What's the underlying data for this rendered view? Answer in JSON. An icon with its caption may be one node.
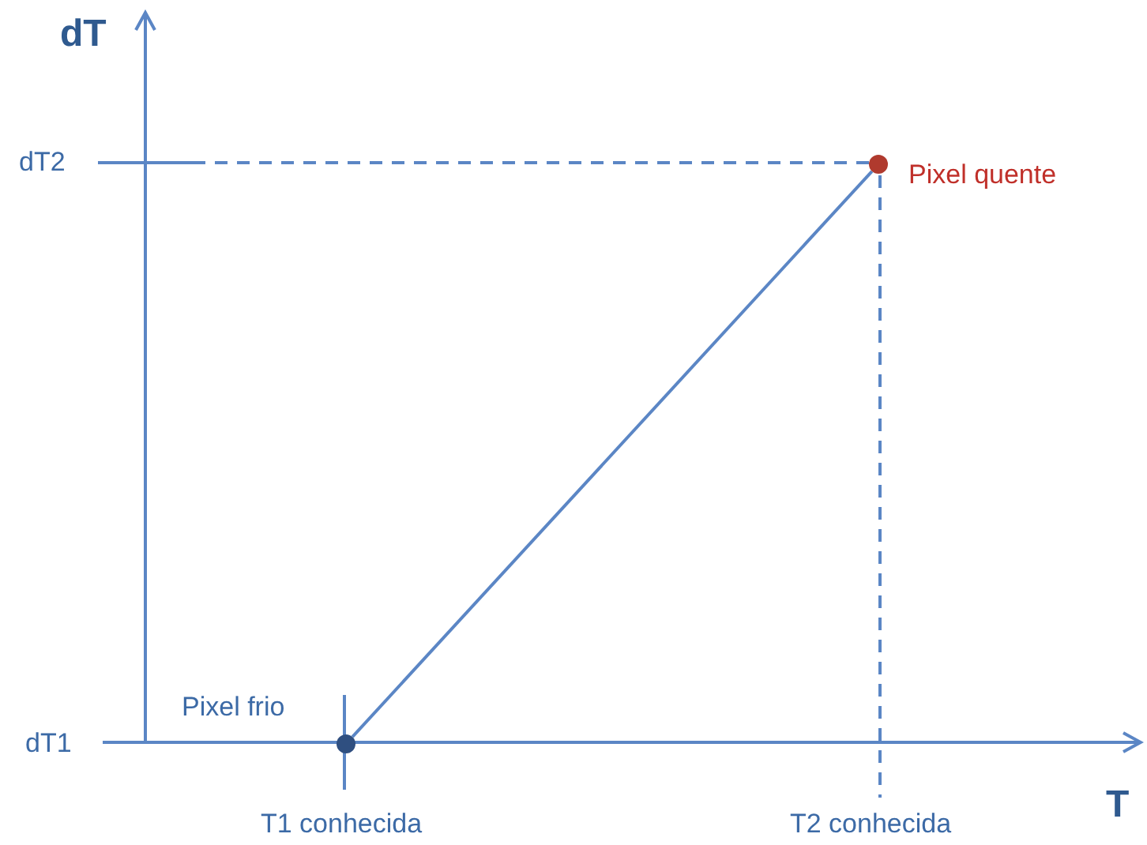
{
  "diagram": {
    "nodes": [
      {
        "text": [],
        "shape": "circle",
        "beside": [
          "Pixel frio"
        ]
      },
      {
        "text": [],
        "shape": "circle",
        "beside": [
          "Pixel quente"
        ]
      }
    ],
    "edges": [
      {
        "from": 0,
        "to": 1,
        "arrow": "none"
      }
    ],
    "labels": [
      "dT",
      "dT2",
      "dT1",
      "T1 conhecida",
      "T2 conhecida",
      "T"
    ]
  }
}
